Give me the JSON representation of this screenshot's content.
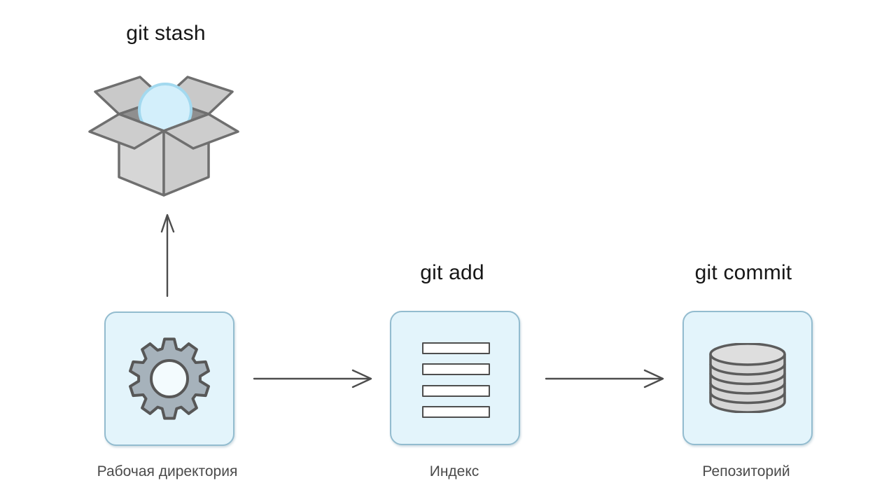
{
  "diagram": {
    "title_hint": "git workflow diagram",
    "stash": {
      "command": "git stash",
      "icon": "open-box-icon"
    },
    "nodes": [
      {
        "id": "working-directory",
        "label": "Рабочая директория",
        "icon": "gear-icon",
        "command_above": ""
      },
      {
        "id": "index",
        "label": "Индекс",
        "icon": "file-list-icon",
        "command_above": "git add"
      },
      {
        "id": "repository",
        "label": "Репозиторий",
        "icon": "database-icon",
        "command_above": "git commit"
      }
    ],
    "arrows": [
      {
        "id": "stash-arrow",
        "from": "working-directory",
        "to": "git-stash-box",
        "direction": "up"
      },
      {
        "id": "add-arrow",
        "from": "working-directory",
        "to": "index",
        "direction": "right"
      },
      {
        "id": "commit-arrow",
        "from": "index",
        "to": "repository",
        "direction": "right"
      }
    ],
    "colors": {
      "background": "#ffffff",
      "node_fill": "#e3f4fb",
      "node_border": "#93bccf",
      "command_text": "#161616",
      "label_text": "#4a4a4a",
      "arrow": "#4d4d4d",
      "icon_outline": "#5c5c5c",
      "gear_fill": "#a6b2bb",
      "box_gray": "#cdcdcd",
      "ball_fill": "#d3effb",
      "ball_stroke": "#a3d9ef",
      "db_fill": "#d6d6d6",
      "bar_fill": "#ffffff"
    }
  }
}
